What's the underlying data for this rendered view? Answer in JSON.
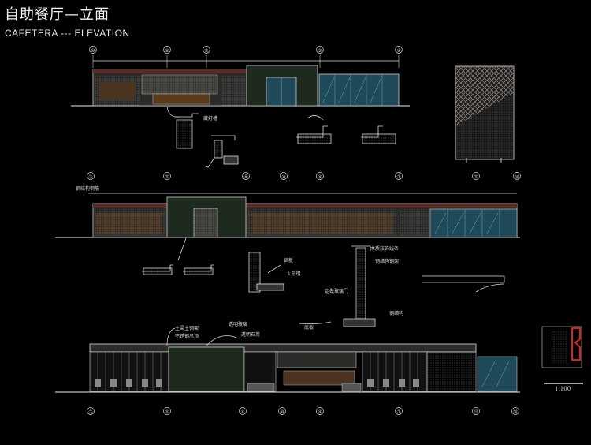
{
  "title": {
    "cn": "自助餐厅—立面",
    "en": "CAFETERA --- ELEVATION"
  },
  "scale": "1:100",
  "grid_labels_top": [
    "⑩",
    "⑧",
    "⑥",
    "⑤",
    "④"
  ],
  "grid_labels_mid": [
    "③",
    "⑤",
    "⑧",
    "⑩",
    "④",
    "⑦",
    "⑤",
    "⑭"
  ],
  "grid_labels_bot": [
    "③",
    "⑤",
    "⑧",
    "⑩",
    "④",
    "⑦",
    "⑬",
    "⑭"
  ],
  "notes": {
    "n1": "藏灯槽",
    "n2": "钢结构钢筋",
    "n3": "木质装饰线条",
    "n4": "铝板",
    "n5": "L形钢",
    "n6": "定做玻璃门",
    "n7": "钢结构钢架",
    "n8": "钢结构",
    "n9": "底板",
    "n10": "主梁主钢架",
    "n11": "透明玻璃",
    "n12": "不锈钢吊顶",
    "n13": "透明石英"
  },
  "colors": {
    "background": "#000000",
    "line": "#e8e8e8",
    "glass": "#1e4a5a",
    "wood": "#4a3420",
    "stone": "#3a3a38",
    "green_wall": "#1f2a1f",
    "key_plan_highlight": "#e0201c"
  }
}
